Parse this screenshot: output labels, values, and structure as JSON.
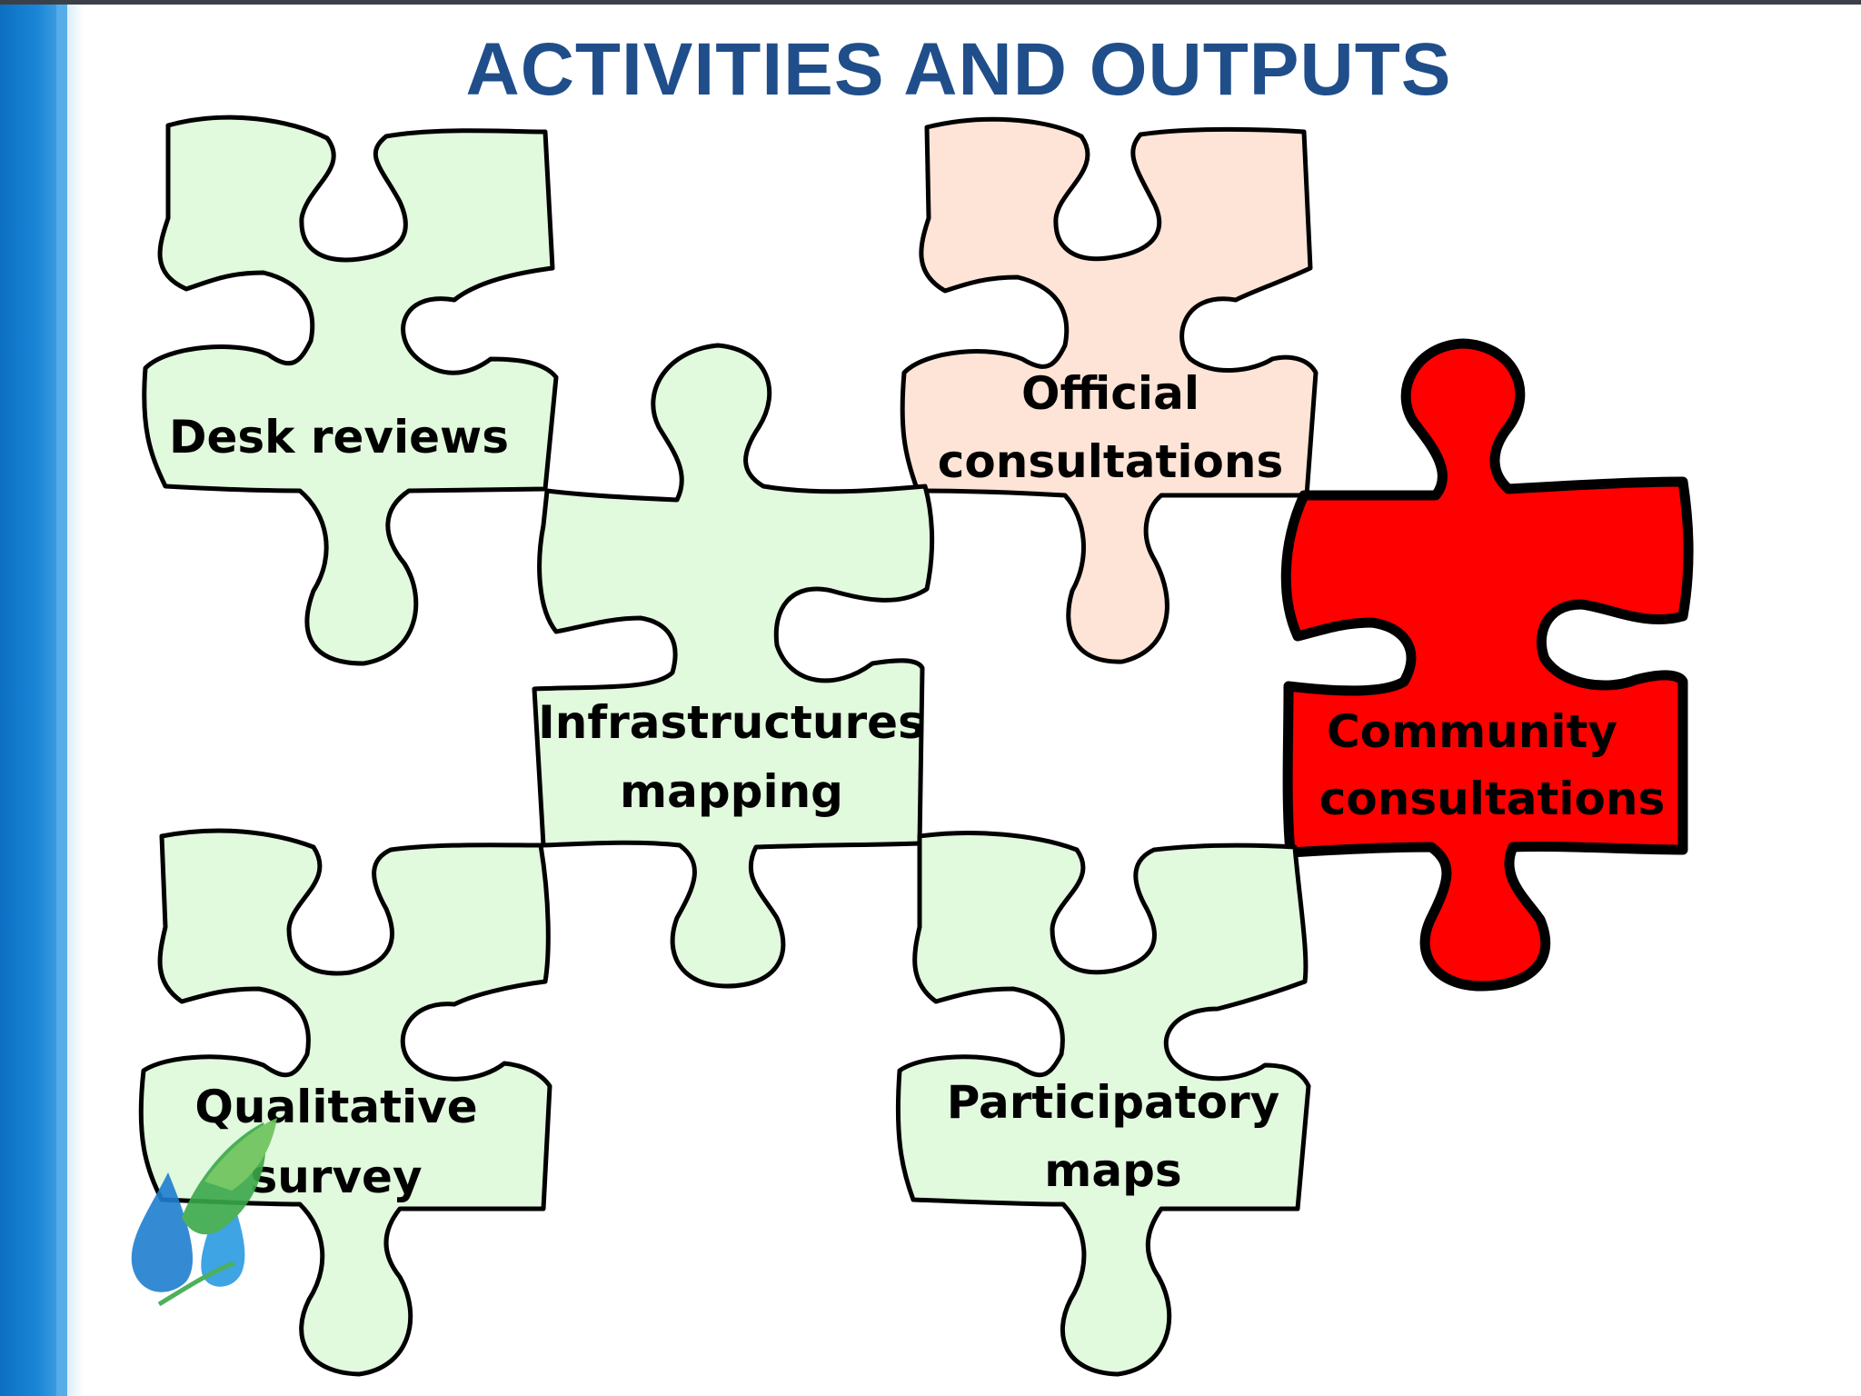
{
  "title": "ACTIVITIES AND OUTPUTS",
  "colors": {
    "title": "#1f4e8a",
    "left_bar": "#1a7ccf",
    "piece_green": "#e1f9dd",
    "piece_peach": "#fde4d6",
    "piece_red": "#ff0000",
    "outline": "#000000"
  },
  "pieces": [
    {
      "id": "desk",
      "lines": [
        "Desk reviews"
      ],
      "color": "#e1f9dd"
    },
    {
      "id": "official",
      "lines": [
        "Official",
        "consultations"
      ],
      "color": "#fde4d6"
    },
    {
      "id": "infra",
      "lines": [
        "Infrastructures",
        "mapping"
      ],
      "color": "#e1f9dd"
    },
    {
      "id": "community",
      "lines": [
        "Community",
        "consultations"
      ],
      "color": "#ff0000"
    },
    {
      "id": "qualitative",
      "lines": [
        "Qualitative",
        "survey"
      ],
      "color": "#e1f9dd"
    },
    {
      "id": "participatory",
      "lines": [
        "Participatory",
        "maps"
      ],
      "color": "#e1f9dd"
    }
  ],
  "logo": {
    "icon": "water-drop-leaf-logo"
  }
}
